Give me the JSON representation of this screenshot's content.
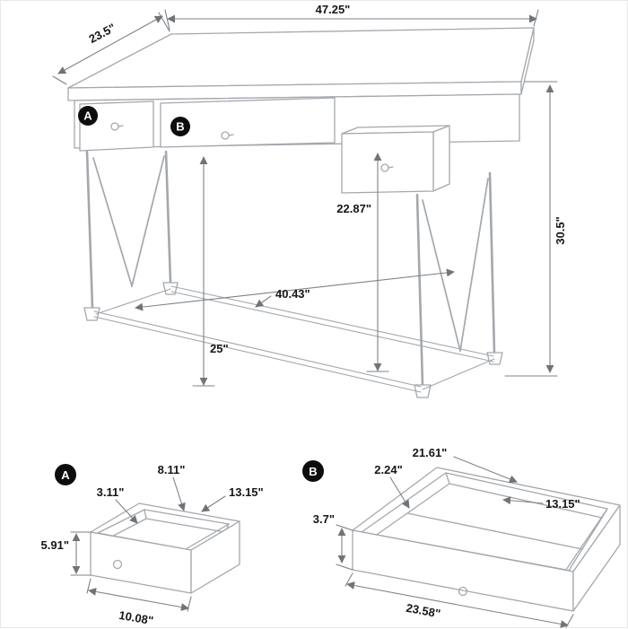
{
  "main": {
    "badge_a": "A",
    "badge_b": "B",
    "width_label": "47.25\"",
    "depth_label": "23.5\"",
    "height_label": "30.5\"",
    "knee_clearance_label": "22.87\"",
    "drawer_clearance_label": "25\"",
    "base_span_label": "40.43\""
  },
  "detail_a": {
    "badge": "A",
    "inner_front_label": "3.11\"",
    "inner_width_label": "8.11\"",
    "depth_label": "13.15\"",
    "height_label": "5.91\"",
    "width_label": "10.08\""
  },
  "detail_b": {
    "badge": "B",
    "depth_label": "21.61\"",
    "rim_label": "2.24\"",
    "inner_depth_label": "13.15\"",
    "height_label": "3.7\"",
    "width_label": "23.58\""
  }
}
